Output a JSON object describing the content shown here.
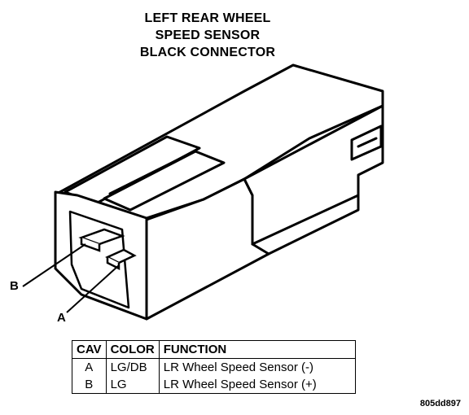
{
  "title_lines": [
    "LEFT REAR WHEEL",
    "SPEED SENSOR",
    "BLACK CONNECTOR"
  ],
  "callouts": {
    "a": "A",
    "b": "B"
  },
  "table": {
    "headers": [
      "CAV",
      "COLOR",
      "FUNCTION"
    ],
    "rows": [
      {
        "cav": "A",
        "color": "LG/DB",
        "function": "LR Wheel Speed Sensor (-)"
      },
      {
        "cav": "B",
        "color": "LG",
        "function": "LR Wheel Speed Sensor (+)"
      }
    ]
  },
  "figure_id": "805dd897"
}
